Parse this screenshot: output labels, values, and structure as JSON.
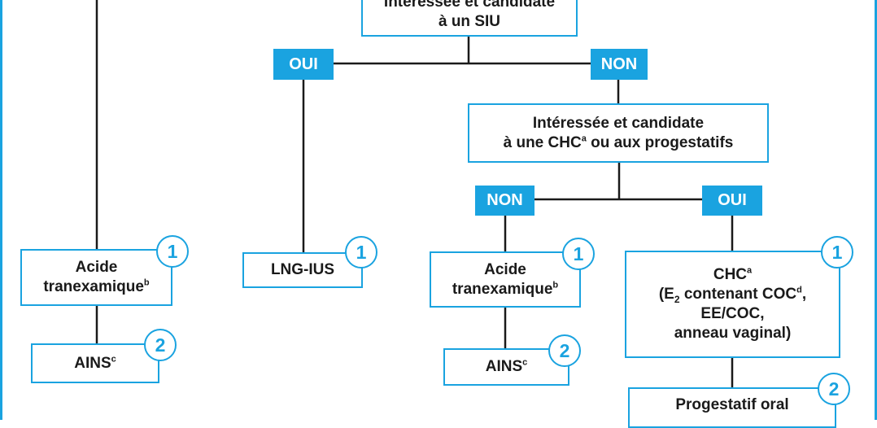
{
  "accent_color": "#1aa3e0",
  "top_box": {
    "line1": "Intéressée et candidate",
    "line2": "à un SIU"
  },
  "branch_top": {
    "yes": "OUI",
    "no": "NON"
  },
  "mid_box": {
    "line1": "Intéressée et candidate",
    "line2_a": "à une CHC",
    "line2_sup": "a",
    "line2_b": " ou aux progestatifs"
  },
  "branch_mid": {
    "no": "NON",
    "yes": "OUI"
  },
  "left_col": {
    "step1": {
      "badge": "1",
      "line1": "Acide",
      "line2": "tranexamique",
      "line2_sup": "b"
    },
    "step2": {
      "badge": "2",
      "label": "AINS",
      "label_sup": "c"
    }
  },
  "lng_col": {
    "step1": {
      "badge": "1",
      "label": "LNG-IUS"
    }
  },
  "center_col": {
    "step1": {
      "badge": "1",
      "line1": "Acide",
      "line2": "tranexamique",
      "line2_sup": "b"
    },
    "step2": {
      "badge": "2",
      "label": "AINS",
      "label_sup": "c"
    }
  },
  "right_col": {
    "step1": {
      "badge": "1",
      "line1": "CHC",
      "line1_sup": "a",
      "line2_a": "(E",
      "line2_sub": "2",
      "line2_b": " contenant COC",
      "line2_sup": "d",
      "line2_c": ",",
      "line3": "EE/COC,",
      "line4": "anneau vaginal)"
    },
    "step2": {
      "badge": "2",
      "line1": "Progestatif oral"
    }
  }
}
